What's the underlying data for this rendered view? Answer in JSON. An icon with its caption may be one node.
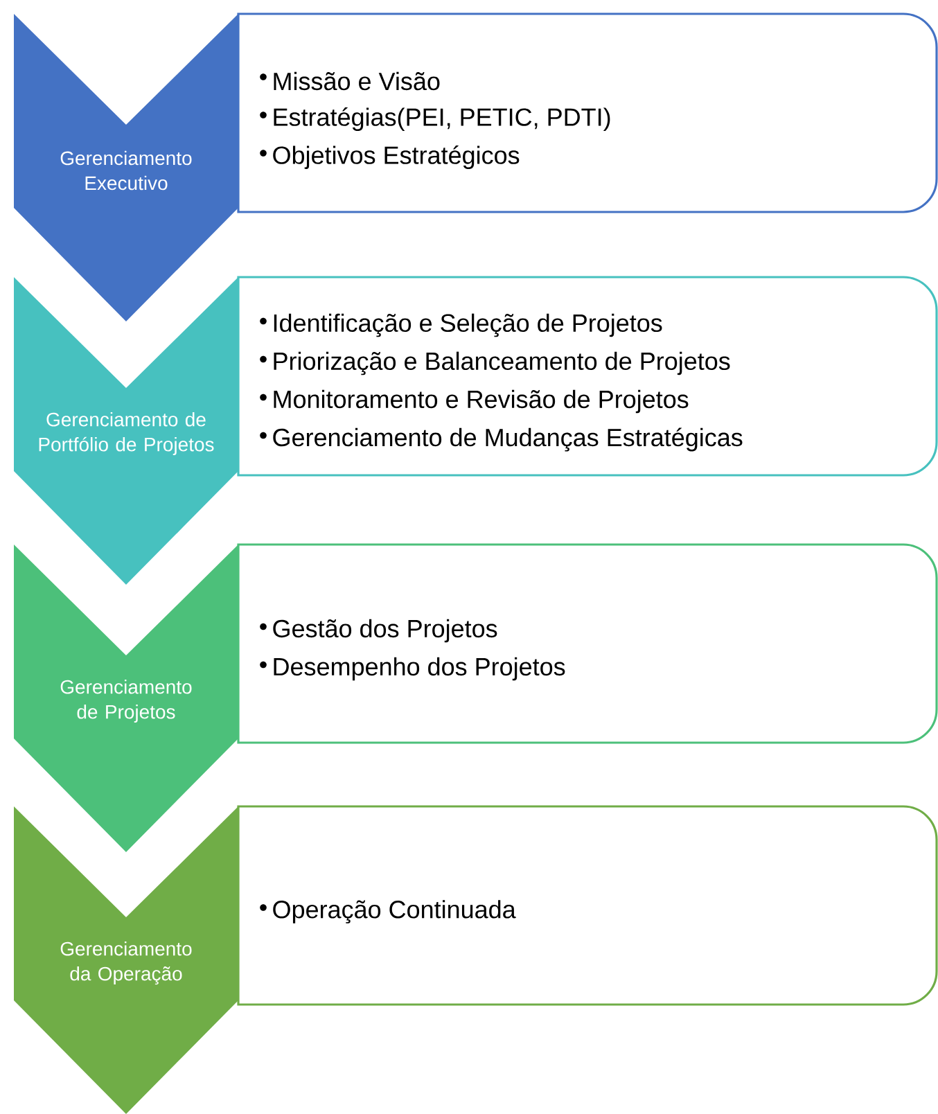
{
  "diagram": {
    "nodes": [
      {
        "text": [
          "Gerenciamento Executivo"
        ]
      },
      {
        "text": [
          "Missão e Visão",
          "Estratégias(PEI, PETIC, PDTI)",
          "Objetivos Estratégicos"
        ]
      },
      {
        "text": [
          "Gerenciamento de Portfólio de Projetos"
        ]
      },
      {
        "text": [
          "Identificação e Seleção de Projetos",
          "Priorização e Balanceamento de Projetos",
          "Monitoramento e Revisão de Projetos",
          "Gerenciamento de Mudanças Estratégicas"
        ]
      },
      {
        "text": [
          "Gerenciamento de Projetos"
        ]
      },
      {
        "text": [
          "Gestão dos Projetos",
          "Desempenho dos Projetos"
        ]
      },
      {
        "text": [
          "Gerenciamento da Operação"
        ]
      },
      {
        "text": [
          "Operação Continuada"
        ]
      }
    ]
  }
}
